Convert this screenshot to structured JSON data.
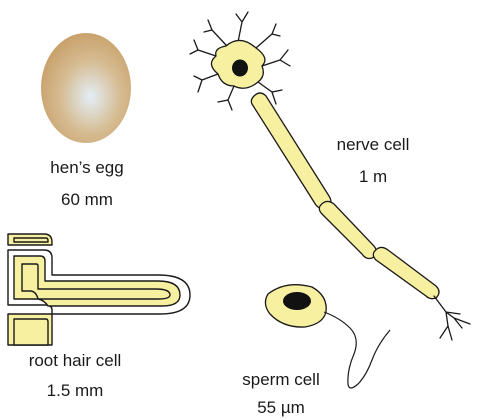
{
  "cells": {
    "egg": {
      "name": "hen’s egg",
      "size": "60 mm"
    },
    "nerve": {
      "name": "nerve cell",
      "size": "1 m"
    },
    "root_hair": {
      "name": "root hair cell",
      "size": "1.5 mm"
    },
    "sperm": {
      "name": "sperm cell",
      "size": "55 µm"
    }
  },
  "colors": {
    "cell_fill": "#f7f0a0",
    "outline": "#1a1a1a",
    "nucleus": "#111111",
    "egg_light": "#e3eef7",
    "egg_dark": "#c8a06a"
  }
}
